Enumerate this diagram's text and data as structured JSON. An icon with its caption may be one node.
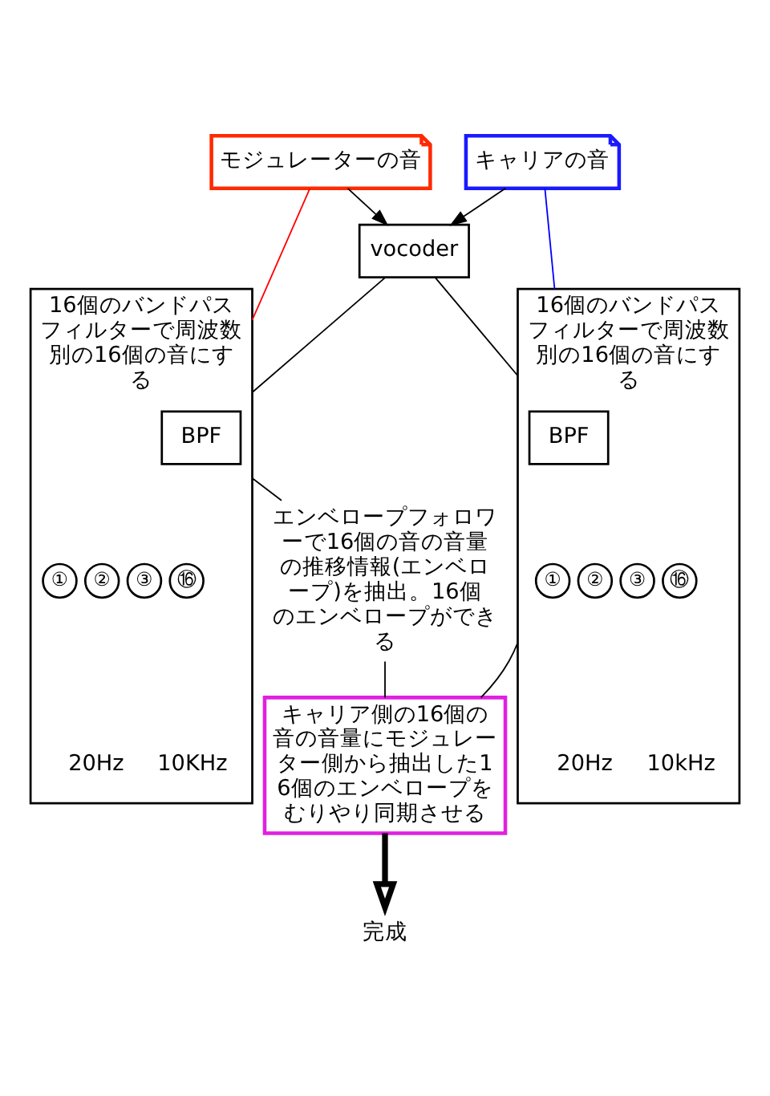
{
  "diagram": {
    "nodes": [
      {
        "text": [
          "モジュレーターの音"
        ]
      },
      {
        "text": [
          "キャリアの音"
        ]
      },
      {
        "text": [
          "vocoder"
        ]
      },
      {
        "text": [
          "16個のバンドパスフィルターで周波数別の16個の音にする"
        ]
      },
      {
        "text": [
          "BPF"
        ],
        "in": 3
      },
      {
        "text": [
          "①"
        ],
        "in": 3
      },
      {
        "text": [
          "②"
        ],
        "in": 3
      },
      {
        "text": [
          "③"
        ],
        "in": 3
      },
      {
        "text": [
          "⑯"
        ],
        "in": 3
      },
      {
        "text": [
          "16個のバンドパスフィルターで周波数別の16個の音にする"
        ]
      },
      {
        "text": [
          "BPF"
        ],
        "in": 9
      },
      {
        "text": [
          "①"
        ],
        "in": 9
      },
      {
        "text": [
          "②"
        ],
        "in": 9
      },
      {
        "text": [
          "③"
        ],
        "in": 9
      },
      {
        "text": [
          "⑯"
        ],
        "in": 9
      },
      {
        "text": [
          "エンベロープフォロワーで16個の音の音量の推移情報(エンベロープ)を抽出。16個のエンベロープができる"
        ]
      },
      {
        "text": [
          "キャリア側の16個の音の音量にモジュレーター側から抽出した16個のエンベロープをむりやり同期させる"
        ]
      },
      {
        "text": [
          "完成"
        ]
      }
    ],
    "edges": [
      {
        "from": 0,
        "to": 2,
        "arrow": "to"
      },
      {
        "from": 1,
        "to": 2,
        "arrow": "to"
      },
      {
        "from": 0,
        "to": 3,
        "arrow": "none",
        "color": "#ff0000"
      },
      {
        "from": 1,
        "to": 9,
        "arrow": "none",
        "color": "#0000ff"
      },
      {
        "from": 2,
        "to": 3,
        "arrow": "none"
      },
      {
        "from": 2,
        "to": 9,
        "arrow": "none"
      },
      {
        "from": 3,
        "to": 15,
        "arrow": "none"
      },
      {
        "from": 15,
        "to": 16,
        "arrow": "none"
      },
      {
        "from": 9,
        "to": 16,
        "arrow": "none"
      },
      {
        "from": 16,
        "to": 17,
        "arrow": "to",
        "style": "thick"
      }
    ],
    "labels": [
      "20Hz",
      "10KHz",
      "20Hz",
      "10kHz"
    ]
  }
}
